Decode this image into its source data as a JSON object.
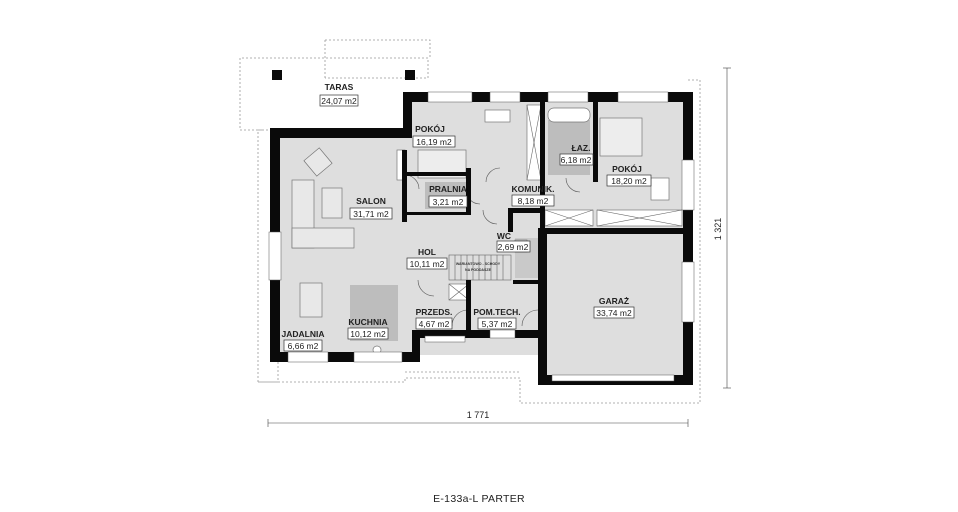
{
  "plan_title": "E-133a-L PARTER",
  "dimensions": {
    "width": "1 771",
    "height": "1 321"
  },
  "stairs_note": [
    "WARIANTOWO - SCHODY",
    "NA PODDASZE"
  ],
  "rooms": {
    "taras": {
      "name": "TARAS",
      "area": "24,07 m2"
    },
    "salon": {
      "name": "SALON",
      "area": "31,71 m2"
    },
    "pokoj1": {
      "name": "POKÓJ",
      "area": "16,19 m2"
    },
    "laz": {
      "name": "ŁAZ.",
      "area": "6,18 m2"
    },
    "pokoj2": {
      "name": "POKÓJ",
      "area": "18,20 m2"
    },
    "pralnia": {
      "name": "PRALNIA",
      "area": "3,21 m2"
    },
    "komunik": {
      "name": "KOMUNIK.",
      "area": "8,18 m2"
    },
    "wc": {
      "name": "WC",
      "area": "2,69 m2"
    },
    "hol": {
      "name": "HOL",
      "area": "10,11 m2"
    },
    "garaz": {
      "name": "GARAŻ",
      "area": "33,74 m2"
    },
    "przeds": {
      "name": "PRZEDS.",
      "area": "4,67 m2"
    },
    "pomtech": {
      "name": "POM.TECH.",
      "area": "5,37 m2"
    },
    "kuchnia": {
      "name": "KUCHNIA",
      "area": "10,12 m2"
    },
    "jadalnia": {
      "name": "JADALNIA",
      "area": "6,66 m2"
    }
  }
}
